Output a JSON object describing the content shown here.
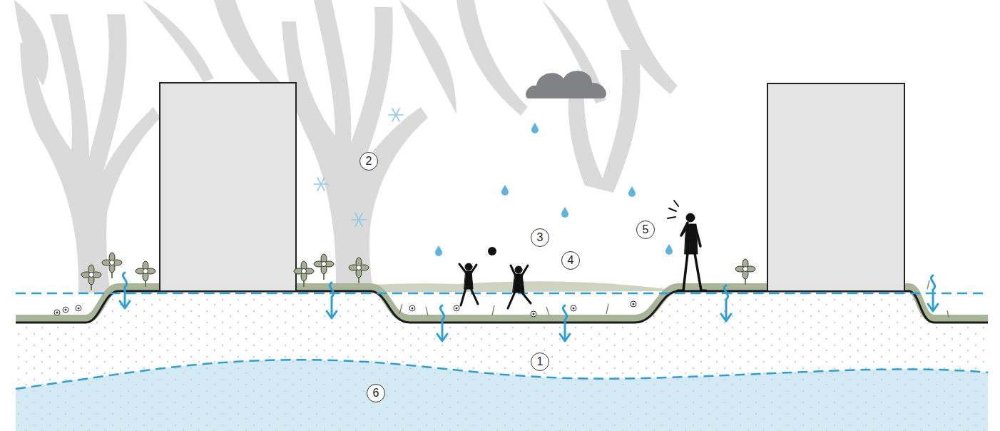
{
  "diagram": {
    "labels": [
      "2",
      "3",
      "5",
      "4",
      "1",
      "6"
    ]
  }
}
